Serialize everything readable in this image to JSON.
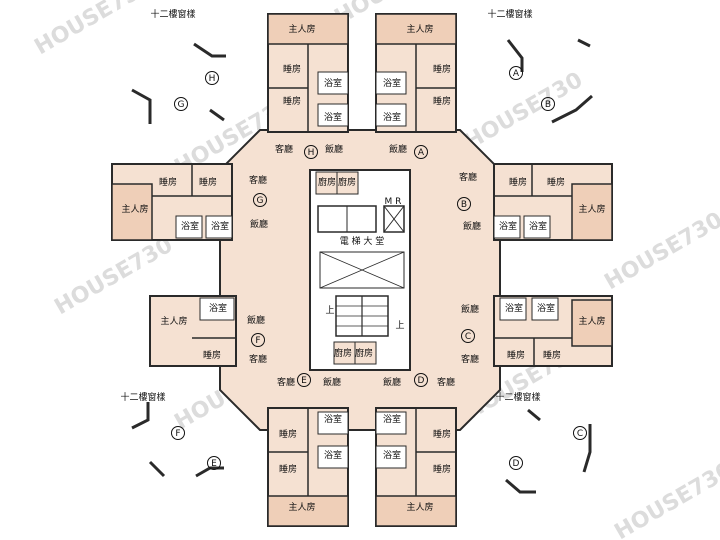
{
  "colors": {
    "room": "#f5e1d2",
    "room_dark": "#efcfb8",
    "wall": "#2a2a2a",
    "core": "#ffffff",
    "watermark": "#d9d9d9"
  },
  "labels": {
    "bay_window": "十二樓窗樣",
    "master": "主人房",
    "bedroom": "睡房",
    "bath": "浴室",
    "living": "客廳",
    "dining": "飯廳",
    "kitchen": "廚房",
    "mr": "M R",
    "lift_lobby": "電 梯 大 堂",
    "up": "上"
  },
  "units": [
    "A",
    "B",
    "C",
    "D",
    "E",
    "F",
    "G",
    "H"
  ],
  "watermark": "HOUSE730"
}
